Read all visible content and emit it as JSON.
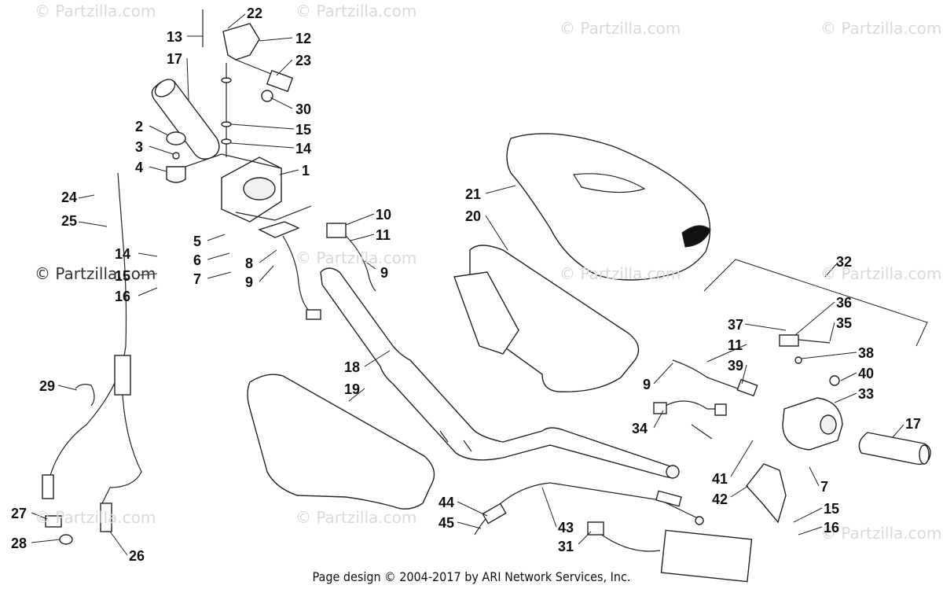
{
  "watermark": "© Partzilla.com",
  "footer": "Page design © 2004-2017 by ARI Network Services, Inc.",
  "callouts": [
    "22",
    "13",
    "12",
    "17",
    "23",
    "30",
    "15",
    "2",
    "14",
    "3",
    "4",
    "1",
    "24",
    "25",
    "10",
    "5",
    "11",
    "14",
    "6",
    "8",
    "15",
    "9",
    "7",
    "9",
    "16",
    "21",
    "20",
    "32",
    "36",
    "37",
    "35",
    "11",
    "38",
    "18",
    "39",
    "40",
    "19",
    "9",
    "33",
    "34",
    "17",
    "29",
    "41",
    "7",
    "42",
    "44",
    "15",
    "27",
    "45",
    "43",
    "16",
    "31",
    "28",
    "26"
  ]
}
